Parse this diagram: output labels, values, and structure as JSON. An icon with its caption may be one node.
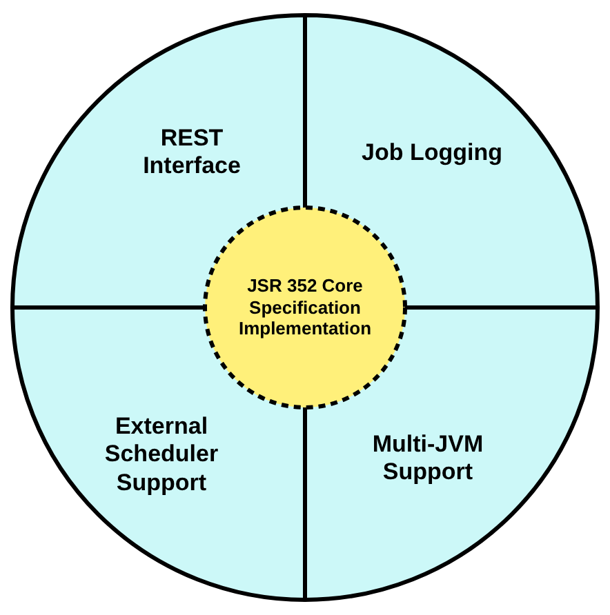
{
  "diagram": {
    "nodes": [
      {
        "text": [
          "REST Interface"
        ]
      },
      {
        "text": [
          "Job Logging"
        ]
      },
      {
        "text": [
          "JSR 352 Core Specification Implementation"
        ]
      },
      {
        "text": [
          "External Scheduler Support"
        ]
      },
      {
        "text": [
          "Multi-JVM Support"
        ]
      }
    ]
  }
}
